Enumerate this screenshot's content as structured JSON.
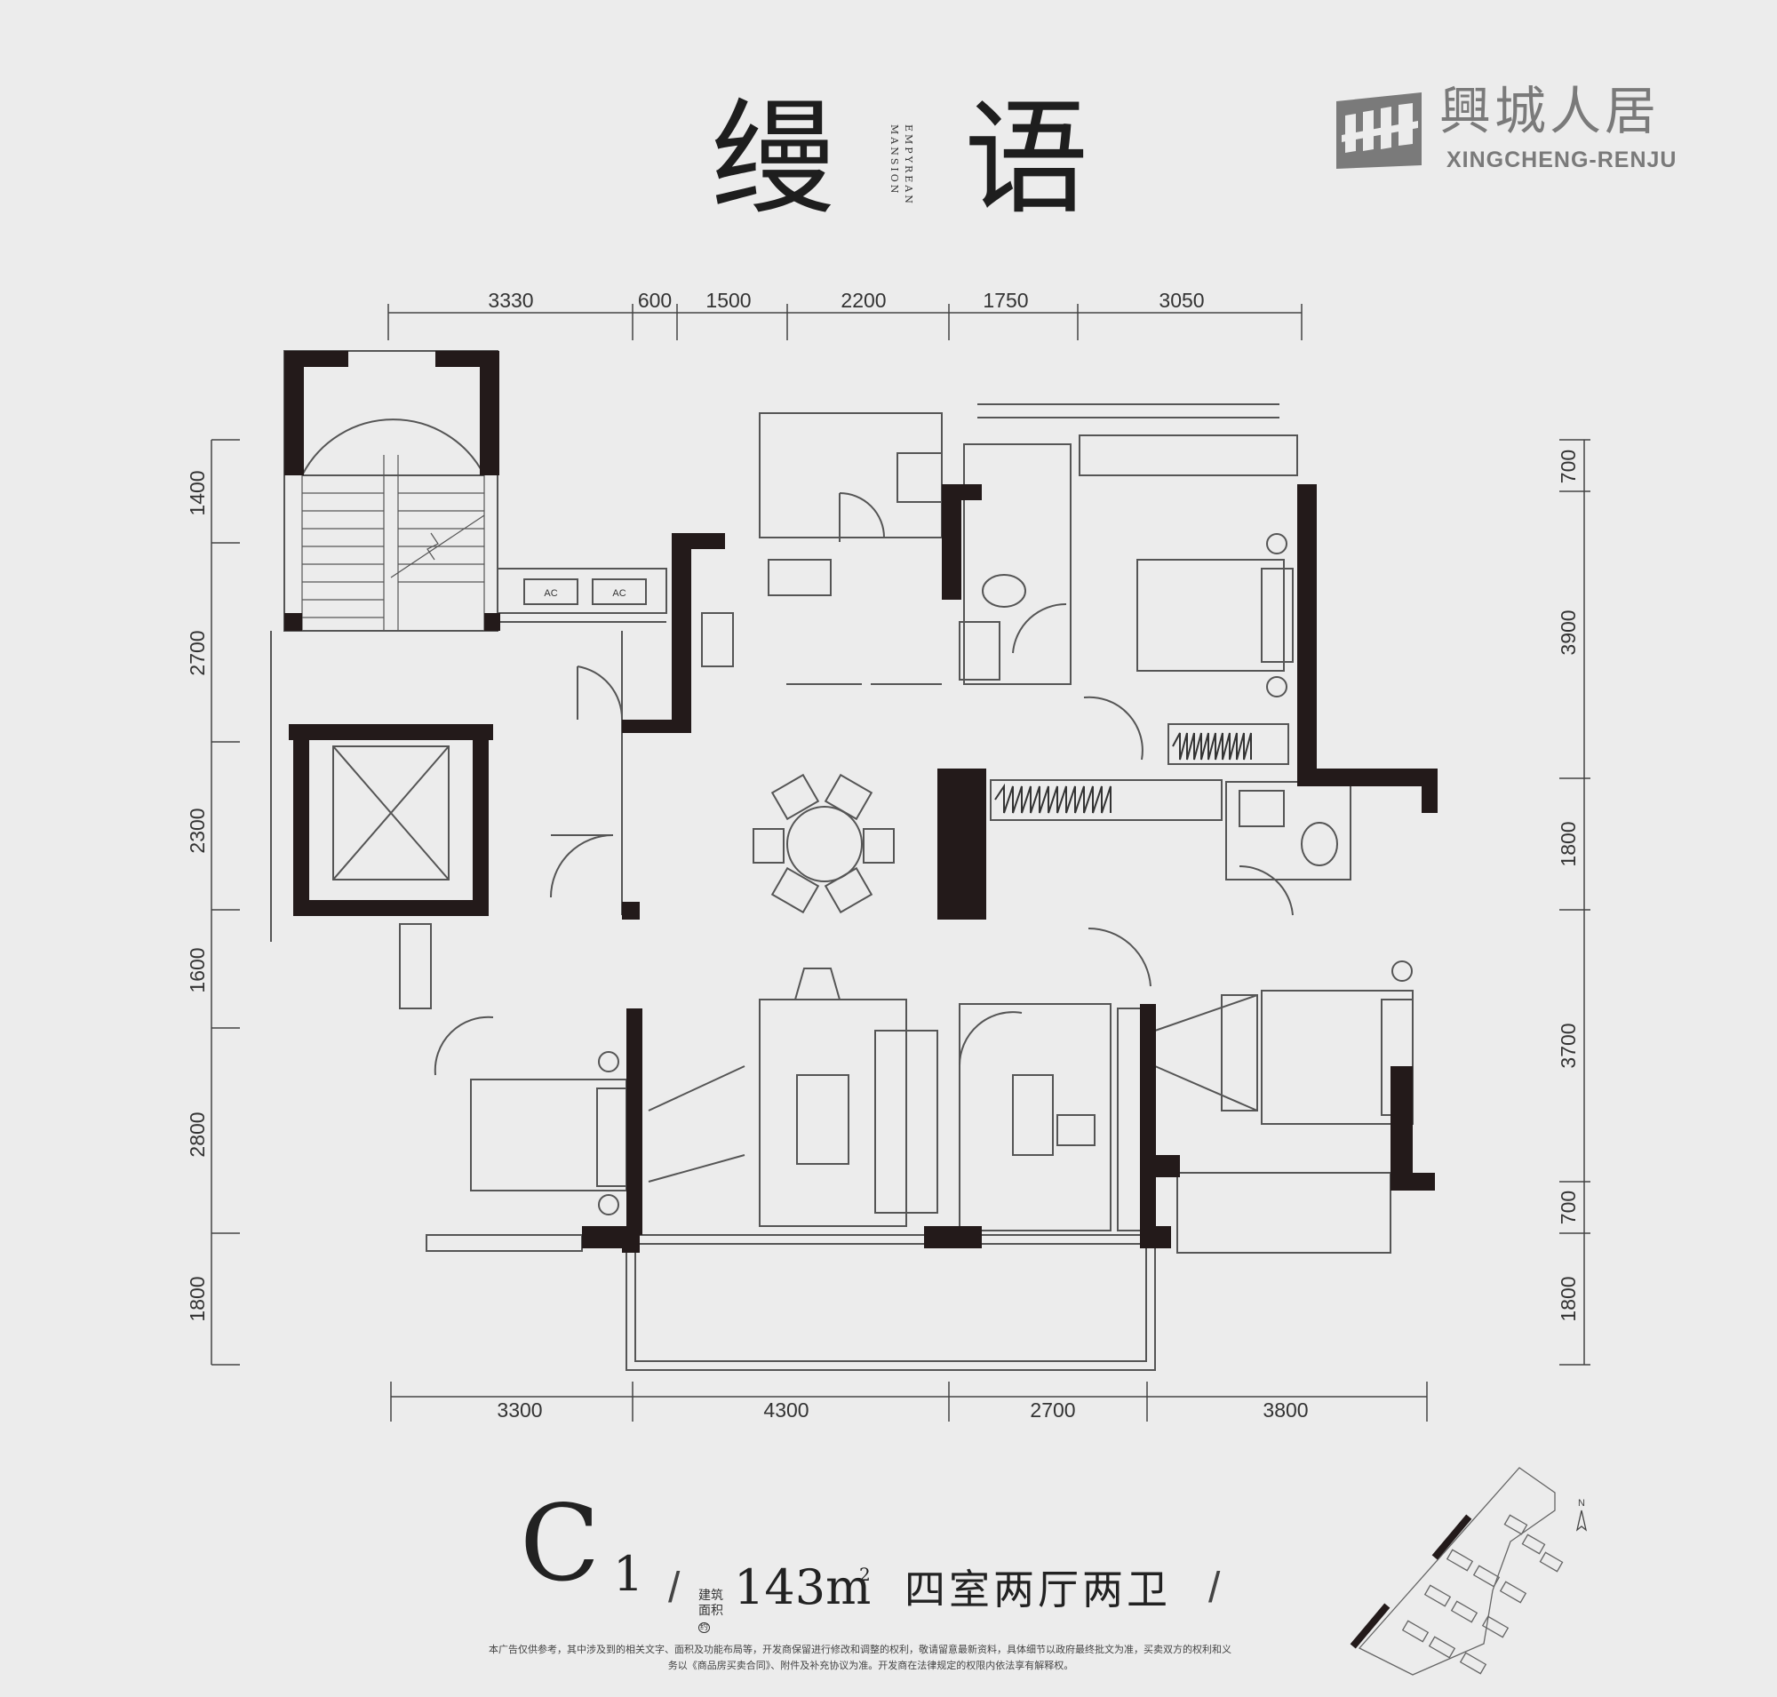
{
  "project": {
    "name_char_1": "缦",
    "name_char_2": "语",
    "subtitle": "EMPYREAN MANSION"
  },
  "brand": {
    "name_cn": "興城人居",
    "name_en": "XINGCHENG-RENJU"
  },
  "dimensions": {
    "top": [
      "3330",
      "600",
      "1500",
      "2200",
      "1750",
      "3050"
    ],
    "bottom": [
      "3300",
      "4300",
      "2700",
      "3800"
    ],
    "left": [
      "1400",
      "2700",
      "2300",
      "1600",
      "2800",
      "1800"
    ],
    "right": [
      "700",
      "3900",
      "1800",
      "3700",
      "700",
      "1800"
    ]
  },
  "plan_labels": {
    "ac_1": "AC",
    "ac_2": "AC"
  },
  "unit": {
    "code": "C",
    "code_num": "1",
    "area_label_1": "建筑",
    "area_label_2": "面积",
    "area_label_3": "约",
    "area_value": "143m",
    "area_unit_sup": "2",
    "layout": "四室两厅两卫"
  },
  "disclaimer": {
    "line1": "本广告仅供参考，其中涉及到的相关文字、面积及功能布局等，开发商保留进行修改和调整的权利，敬请留意最新资料，具体细节以政府最终批文为准，买卖双方的权利和义",
    "line2": "务以《商品房买卖合同》、附件及补充协议为准。开发商在法律规定的权限内依法享有解释权。"
  },
  "site_map": {
    "north_label": "N"
  },
  "colors": {
    "background": "#ececec",
    "wall": "#231a1a",
    "line": "#555555",
    "brand_gray": "#7a7a7a"
  }
}
